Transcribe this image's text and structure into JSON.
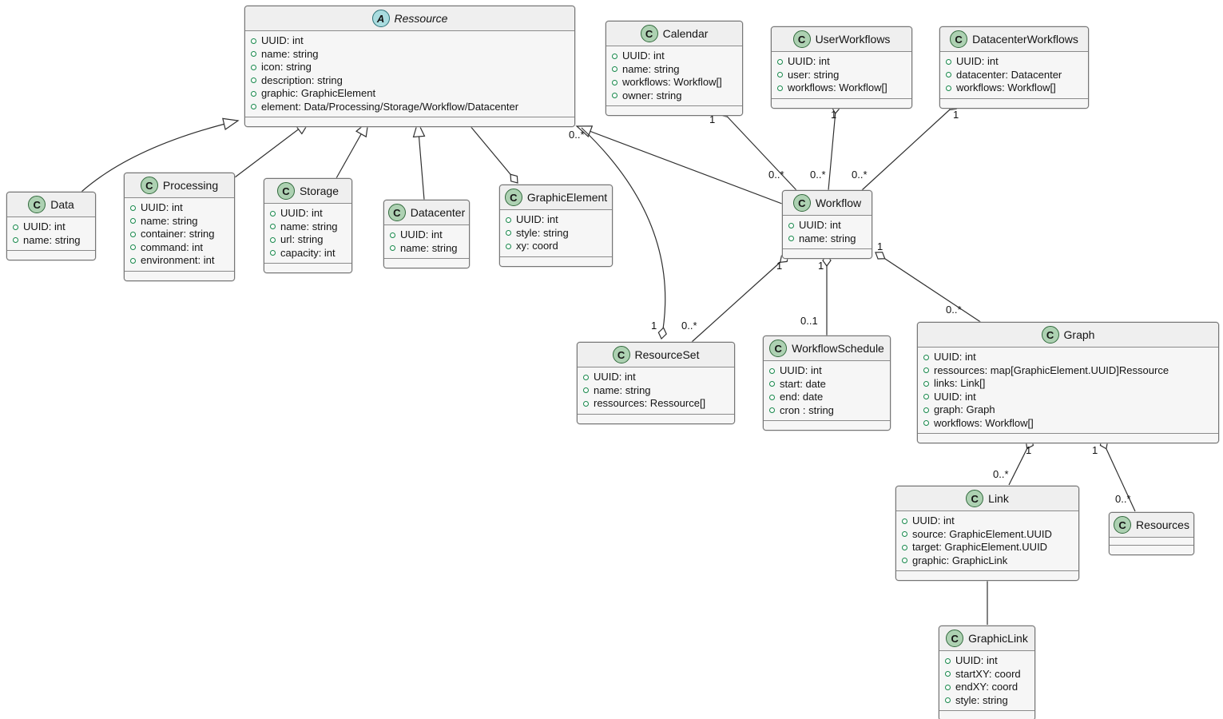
{
  "classes": {
    "ressource": {
      "badge": "A",
      "name": "Ressource",
      "attributes": [
        "UUID: int",
        "name: string",
        "icon: string",
        "description: string",
        "graphic: GraphicElement",
        "element: Data/Processing/Storage/Workflow/Datacenter"
      ]
    },
    "calendar": {
      "badge": "C",
      "name": "Calendar",
      "attributes": [
        "UUID: int",
        "name: string",
        "workflows: Workflow[]",
        "owner: string"
      ]
    },
    "user_workflows": {
      "badge": "C",
      "name": "UserWorkflows",
      "attributes": [
        "UUID: int",
        "user: string",
        "workflows: Workflow[]"
      ]
    },
    "datacenter_workflows": {
      "badge": "C",
      "name": "DatacenterWorkflows",
      "attributes": [
        "UUID: int",
        "datacenter: Datacenter",
        "workflows: Workflow[]"
      ]
    },
    "data": {
      "badge": "C",
      "name": "Data",
      "attributes": [
        "UUID: int",
        "name: string"
      ]
    },
    "processing": {
      "badge": "C",
      "name": "Processing",
      "attributes": [
        "UUID: int",
        "name: string",
        "container: string",
        "command: int",
        "environment: int"
      ]
    },
    "storage": {
      "badge": "C",
      "name": "Storage",
      "attributes": [
        "UUID: int",
        "name: string",
        "url: string",
        "capacity: int"
      ]
    },
    "datacenter": {
      "badge": "C",
      "name": "Datacenter",
      "attributes": [
        "UUID: int",
        "name: string"
      ]
    },
    "graphic_element": {
      "badge": "C",
      "name": "GraphicElement",
      "attributes": [
        "UUID: int",
        "style: string",
        "xy: coord"
      ]
    },
    "workflow": {
      "badge": "C",
      "name": "Workflow",
      "attributes": [
        "UUID: int",
        "name: string"
      ]
    },
    "resource_set": {
      "badge": "C",
      "name": "ResourceSet",
      "attributes": [
        "UUID: int",
        "name: string",
        "ressources: Ressource[]"
      ]
    },
    "workflow_schedule": {
      "badge": "C",
      "name": "WorkflowSchedule",
      "attributes": [
        "UUID: int",
        "start: date",
        "end: date",
        "cron : string"
      ]
    },
    "graph": {
      "badge": "C",
      "name": "Graph",
      "attributes": [
        "UUID: int",
        "ressources: map[GraphicElement.UUID]Ressource",
        "links: Link[]",
        "UUID: int",
        "graph: Graph",
        "workflows: Workflow[]"
      ]
    },
    "link": {
      "badge": "C",
      "name": "Link",
      "attributes": [
        "UUID: int",
        "source: GraphicElement.UUID",
        "target: GraphicElement.UUID",
        "graphic: GraphicLink"
      ]
    },
    "resources": {
      "badge": "C",
      "name": "Resources",
      "attributes": []
    },
    "graphic_link": {
      "badge": "C",
      "name": "GraphicLink",
      "attributes": [
        "UUID: int",
        "startXY: coord",
        "endXY: coord",
        "style: string"
      ]
    }
  },
  "multiplicities": {
    "calendar_end": "1",
    "calendar_workflows": "0..*",
    "userworkflows_end": "1",
    "userworkflows_workflows": "0..*",
    "datacenterworkflows_end": "1",
    "datacenterworkflows_workflows": "0..*",
    "ressource_in_set": "0..*",
    "resourceset_end": "1",
    "workflow_sets_end": "1",
    "workflow_sets": "0..*",
    "workflow_schedule_end": "1",
    "workflow_schedule": "0..1",
    "workflow_graph_end": "1",
    "workflow_graphs": "0..*",
    "graph_links_end": "1",
    "graph_links": "0..*",
    "graph_resources_end": "1",
    "graph_resources": "0..*"
  }
}
